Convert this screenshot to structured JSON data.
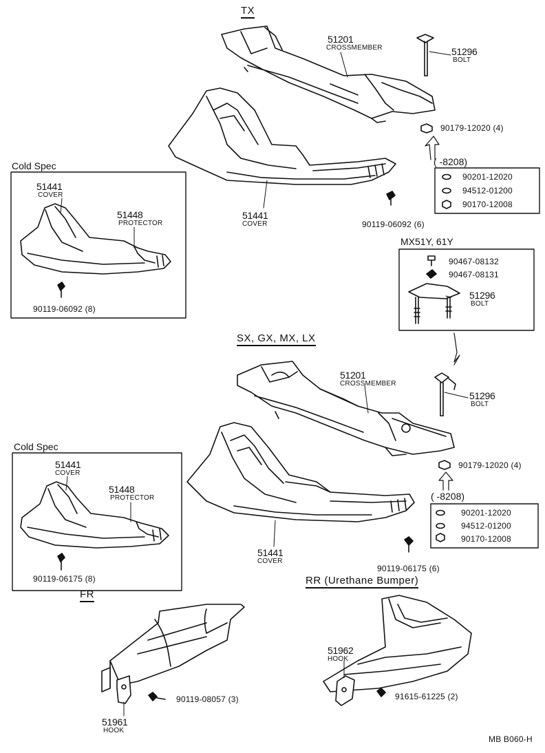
{
  "sections": {
    "tx": "TX",
    "sx": "SX, GX, MX, LX",
    "mx51y": "MX51Y, 61Y",
    "fr": "FR",
    "rr": "RR (Urethane Bumper)",
    "cold_spec_1": "Cold Spec",
    "cold_spec_2": "Cold Spec",
    "bracket_1": "(      -8208)",
    "bracket_2": "(      -8208)"
  },
  "parts": {
    "tx_crossmember_no": "51201",
    "tx_crossmember_name": "CROSSMEMBER",
    "tx_bolt_no": "51296",
    "tx_bolt_name": "BOLT",
    "tx_nut": "90179-12020 (4)",
    "tx_cover_no": "51441",
    "tx_cover_name": "COVER",
    "tx_screw": "90119-06092 (6)",
    "tx_kit": [
      "90201-12020",
      "94512-01200",
      "90170-12008"
    ],
    "cs1_cover_no": "51441",
    "cs1_cover_name": "COVER",
    "cs1_protector_no": "51448",
    "cs1_protector_name": "PROTECTOR",
    "cs1_screw": "90119-06092 (8)",
    "mx_bolt_a": "90467-08132",
    "mx_bolt_b": "90467-08131",
    "mx_bolt_no": "51296",
    "mx_bolt_name": "BOLT",
    "sx_crossmember_no": "51201",
    "sx_crossmember_name": "CROSSMEMBER",
    "sx_bolt_no": "51296",
    "sx_bolt_name": "BOLT",
    "sx_nut": "90179-12020 (4)",
    "sx_cover_no": "51441",
    "sx_cover_name": "COVER",
    "sx_screw": "90119-06175 (6)",
    "sx_kit": [
      "90201-12020",
      "94512-01200",
      "90170-12008"
    ],
    "cs2_cover_no": "51441",
    "cs2_cover_name": "COVER",
    "cs2_protector_no": "51448",
    "cs2_protector_name": "PROTECTOR",
    "cs2_screw": "90119-06175 (8)",
    "fr_screw": "90119-08057 (3)",
    "fr_hook_no": "51961",
    "fr_hook_name": "HOOK",
    "rr_hook_no": "51962",
    "rr_hook_name": "HOOK",
    "rr_screw": "91615-61225 (2)"
  },
  "footer": {
    "code": "MB  B060-H"
  },
  "colors": {
    "ink": "#111111",
    "paper": "#ffffff"
  }
}
